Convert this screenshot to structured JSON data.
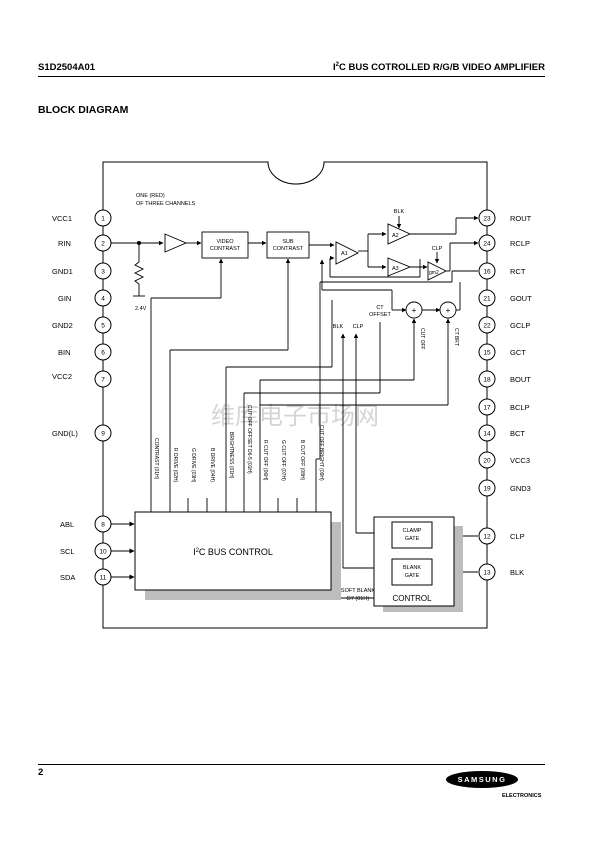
{
  "header": {
    "part_number": "S1D2504A01",
    "title_prefix": "I",
    "title_sup": "2",
    "title_rest": "C BUS COTROLLED R/G/B VIDEO AMPLIFIER"
  },
  "section_title": "BLOCK DIAGRAM",
  "diagram": {
    "channel_note_line1": "ONE (RED)",
    "channel_note_line2": "OF THREE CHANNELS",
    "left_pins": [
      {
        "num": "1",
        "name": "VCC1"
      },
      {
        "num": "2",
        "name": "RIN"
      },
      {
        "num": "3",
        "name": "GND1"
      },
      {
        "num": "4",
        "name": "GIN"
      },
      {
        "num": "5",
        "name": "GND2"
      },
      {
        "num": "6",
        "name": "BIN"
      },
      {
        "num": "7",
        "name": "VCC2"
      },
      {
        "num": "9",
        "name": "GND(L)"
      },
      {
        "num": "8",
        "name": "ABL"
      },
      {
        "num": "10",
        "name": "SCL"
      },
      {
        "num": "11",
        "name": "SDA"
      }
    ],
    "right_pins": [
      {
        "num": "23",
        "name": "ROUT"
      },
      {
        "num": "24",
        "name": "RCLP"
      },
      {
        "num": "16",
        "name": "RCT"
      },
      {
        "num": "21",
        "name": "GOUT"
      },
      {
        "num": "22",
        "name": "GCLP"
      },
      {
        "num": "15",
        "name": "GCT"
      },
      {
        "num": "18",
        "name": "BOUT"
      },
      {
        "num": "17",
        "name": "BCLP"
      },
      {
        "num": "14",
        "name": "BCT"
      },
      {
        "num": "20",
        "name": "VCC3"
      },
      {
        "num": "19",
        "name": "GND3"
      },
      {
        "num": "12",
        "name": "CLP"
      },
      {
        "num": "13",
        "name": "BLK"
      }
    ],
    "blocks": {
      "video_contrast_l1": "VIDEO",
      "video_contrast_l2": "CONTRAST",
      "sub_contrast_l1": "SUB",
      "sub_contrast_l2": "CONTRAST",
      "a1": "A1",
      "a2": "A2",
      "a3": "A3",
      "gm2": "gm2",
      "plus1": "+",
      "plus2": "+",
      "i2c_prefix": "I",
      "i2c_sup": "2",
      "i2c_rest": "C BUS CONTROL",
      "clamp_gate_l1": "CLAMP",
      "clamp_gate_l2": "GATE",
      "blank_gate_l1": "BLANK",
      "blank_gate_l2": "GATE",
      "control": "CONTROL"
    },
    "labels": {
      "blk_top": "BLK",
      "clp_top": "CLP",
      "ct_offset_l1": "CT",
      "ct_offset_l2": "OFFSET",
      "blk_mid": "BLK",
      "clp_mid": "CLP",
      "cut_off_v": "CUT OFF",
      "ct_brt_v": "CT BRT",
      "bias_voltage": "2.4V",
      "soft_blank_l1": "SOFT BLANK",
      "soft_blank_l2": "D7 (01H)"
    },
    "register_labels": [
      "CONTRAST (01H)",
      "R DRIVE (02H)",
      "G DRIVE (03H)",
      "B DRIVE (04H)",
      "BRIGHTNESS (01H)",
      "CUT OFF OFFSET D6-5 (01H)",
      "R CUT OFF (06H)",
      "G CUT OFF (07H)",
      "B CUT OFF (08H)",
      "CUT OFF BRIGHT (09H)"
    ],
    "watermark": "维库电子市场网"
  },
  "footer": {
    "page_number": "2",
    "logo_text": "SAMSUNG",
    "logo_subtext": "ELECTRONICS"
  }
}
